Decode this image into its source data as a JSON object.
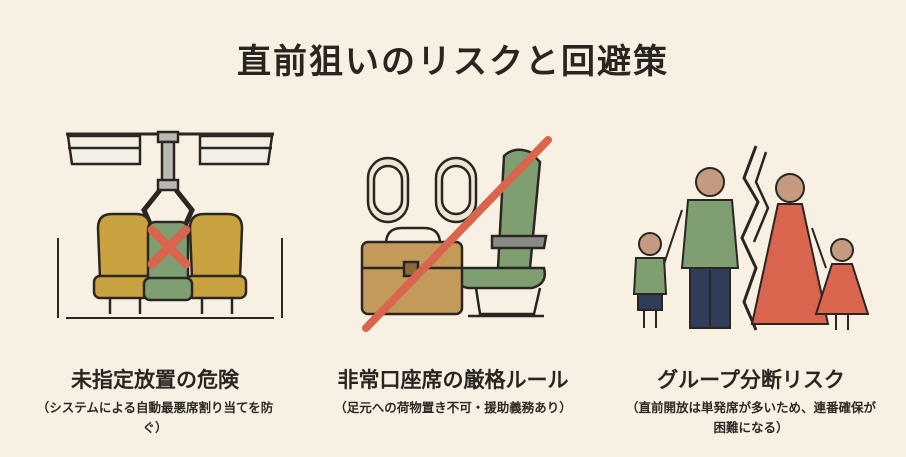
{
  "title": "直前狙いのリスクと回避策",
  "panels": [
    {
      "heading": "未指定放置の危険",
      "caption": "（システムによる自動最悪席割り当てを防ぐ）"
    },
    {
      "heading": "非常口座席の厳格ルール",
      "caption": "（足元への荷物置き不可・援助義務あり）"
    },
    {
      "heading": "グループ分断リスク",
      "caption": "（直前開放は単発席が多いため、連番確保が困難になる）"
    }
  ],
  "colors": {
    "background": "#f8f1e3",
    "mustard_seat": "#c8a23e",
    "green_seat": "#7f9f72",
    "cross_red": "#d9654f",
    "outline": "#2a2622"
  }
}
